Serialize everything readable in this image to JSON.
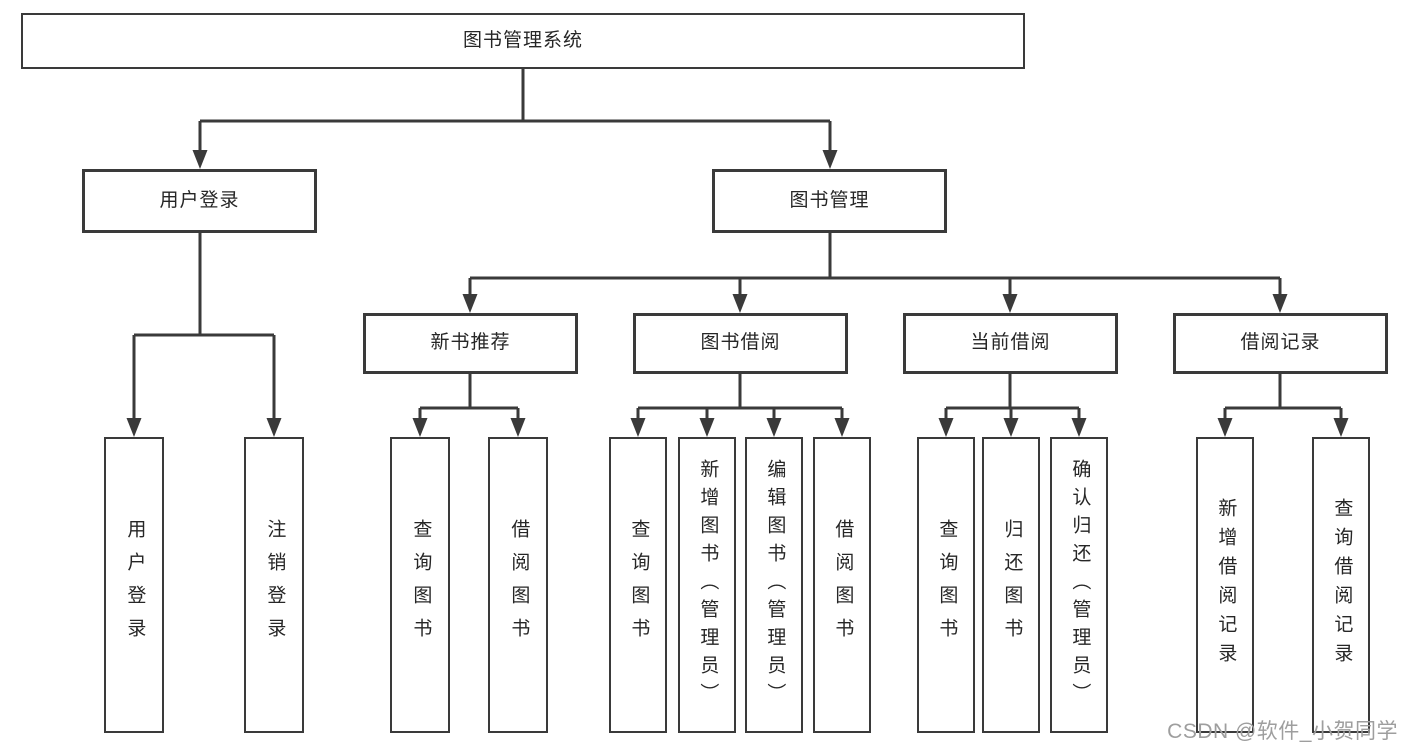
{
  "tree": {
    "label": "图书管理系统",
    "children": [
      {
        "label": "用户登录",
        "children": [
          {
            "label": "用户登录"
          },
          {
            "label": "注销登录"
          }
        ]
      },
      {
        "label": "图书管理",
        "children": [
          {
            "label": "新书推荐",
            "children": [
              {
                "label": "查询图书"
              },
              {
                "label": "借阅图书"
              }
            ]
          },
          {
            "label": "图书借阅",
            "children": [
              {
                "label": "查询图书"
              },
              {
                "label": "新增图书（管理员）"
              },
              {
                "label": "编辑图书（管理员）"
              },
              {
                "label": "借阅图书"
              }
            ]
          },
          {
            "label": "当前借阅",
            "children": [
              {
                "label": "查询图书"
              },
              {
                "label": "归还图书"
              },
              {
                "label": "确认归还（管理员）"
              }
            ]
          },
          {
            "label": "借阅记录",
            "children": [
              {
                "label": "新增借阅记录"
              },
              {
                "label": "查询借阅记录"
              }
            ]
          }
        ]
      }
    ]
  },
  "watermark": {
    "text": "CSDN @软件_小贺同学"
  },
  "colors": {
    "line": "#3a3a3a",
    "box_border": "#3a3a3a",
    "box_fill": "#ffffff",
    "text": "#262626",
    "watermark": "#9e9e9e",
    "background": "#ffffff"
  }
}
